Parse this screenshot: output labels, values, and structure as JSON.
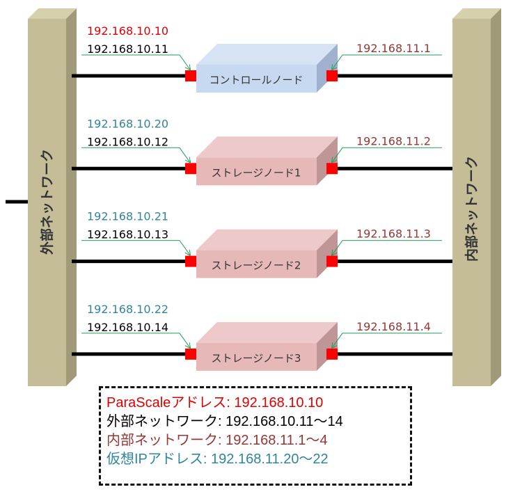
{
  "external_network": {
    "label": "外部ネットワーク"
  },
  "internal_network": {
    "label": "内部ネットワーク"
  },
  "nodes": [
    {
      "label": "コントロールノード",
      "type": "control",
      "ext_top": "192.168.10.10",
      "ext_top_color": "#e00000",
      "ext_ip": "192.168.10.11",
      "int_ip": "192.168.11.1"
    },
    {
      "label": "ストレージノード1",
      "type": "storage",
      "ext_top": "192.168.10.20",
      "ext_top_color": "#31859c",
      "ext_ip": "192.168.10.12",
      "int_ip": "192.168.11.2"
    },
    {
      "label": "ストレージノード2",
      "type": "storage",
      "ext_top": "192.168.10.21",
      "ext_top_color": "#31859c",
      "ext_ip": "192.168.10.13",
      "int_ip": "192.168.11.3"
    },
    {
      "label": "ストレージノード3",
      "type": "storage",
      "ext_top": "192.168.10.22",
      "ext_top_color": "#31859c",
      "ext_ip": "192.168.10.14",
      "int_ip": "192.168.11.4"
    }
  ],
  "legend": [
    {
      "label": "ParaScaleアドレス",
      "value": ": 192.168.10.10",
      "color": "#e00000"
    },
    {
      "label": "外部ネットワーク",
      "value": ": 192.168.10.11～14",
      "color": "#000000"
    },
    {
      "label": "内部ネットワーク",
      "value": ": 192.168.11.1～4",
      "color": "#953735"
    },
    {
      "label": "仮想IPアドレス",
      "value": ": 192.168.11.20～22",
      "color": "#31859c"
    }
  ],
  "colors": {
    "pillar_front": "#c4bd97",
    "pillar_side": "#a09a78",
    "control_front": "#c6d9f1",
    "storage_front": "#e6b9b8",
    "port": "#ff0000",
    "arrow": "#1f9e5a",
    "internal_ip": "#953735"
  }
}
